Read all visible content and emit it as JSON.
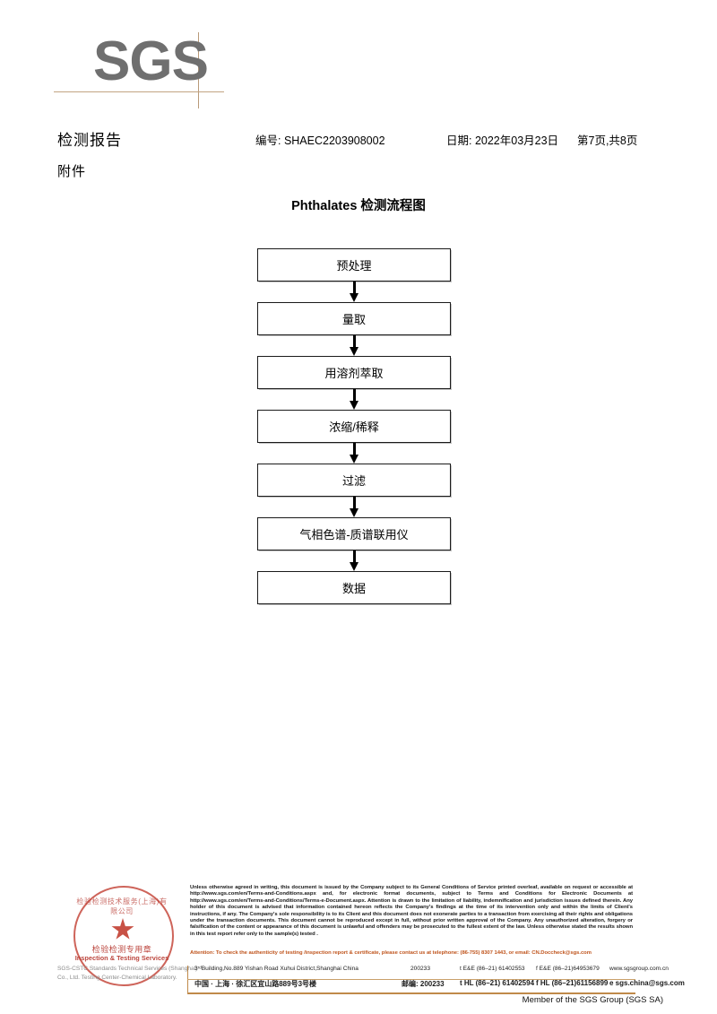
{
  "logo": {
    "text": "SGS"
  },
  "header": {
    "report_title": "检测报告",
    "report_no": "编号: SHAEC2203908002",
    "report_date": "日期: 2022年03月23日",
    "page_info": "第7页,共8页",
    "attachment_label": "附件"
  },
  "flowchart": {
    "title": "Phthalates 检测流程图",
    "steps": [
      {
        "label": "预处理"
      },
      {
        "label": "量取"
      },
      {
        "label": "用溶剂萃取"
      },
      {
        "label": "浓缩/稀释"
      },
      {
        "label": "过滤"
      },
      {
        "label": "气相色谱-质谱联用仪"
      },
      {
        "label": "数据"
      }
    ]
  },
  "stamp": {
    "arc_text": "检验检测技术服务(上海)有限公司",
    "cn_text": "检验检测专用章",
    "en_text": "Inspection & Testing Services",
    "sub_text": "SGS-CSTC Standards Technical Services (Shanghai) Co., Ltd. Testing Center-Chemical Laboratory."
  },
  "footer": {
    "legal_paragraphs": [
      "Unless otherwise agreed in writing, this document is issued by the Company subject to its General Conditions of Service printed overleaf, available on request or accessible at http://www.sgs.com/en/Terms-and-Conditions.aspx and, for electronic format documents, subject to Terms and Conditions for Electronic Documents at http://www.sgs.com/en/Terms-and-Conditions/Terms-e-Document.aspx. Attention is drawn to the limitation of liability, indemnification and jurisdiction issues defined therein. Any holder of this document is advised that information contained hereon reflects the Company's findings at the time of its intervention only and within the limits of Client's instructions, if any. The Company's sole responsibility is to its Client and this document does not exonerate parties to a transaction from exercising all their rights and obligations under the transaction documents. This document cannot be reproduced except in full, without prior written approval of the Company. Any unauthorized alteration, forgery or falsification of the content or appearance of this document is unlawful and offenders may be prosecuted to the fullest extent of the law. Unless otherwise stated the results shown in this test report refer only to the sample(s) tested ."
    ],
    "attention_text": "Attention: To check the authenticity of testing /inspection report & certificate, please contact us at telephone: (86-755) 8307 1443, or email: CN.Doccheck@sgs.com",
    "address_en": "3ʳᵈBuilding,No.889 Yishan Road Xuhui District,Shanghai China",
    "zip_en": "200233",
    "tel_en": "t E&E (86–21) 61402553",
    "fax_en": "f E&E (86–21)64953679",
    "web_en": "www.sgsgroup.com.cn",
    "address_cn": "中国 · 上海 · 徐汇区宜山路889号3号楼",
    "zip_cn": "邮编: 200233",
    "tel_cn": "t HL (86–21) 61402594",
    "fax_cn": "f HL (86–21)61156899",
    "web_cn": "e  sgs.china@sgs.com",
    "member_line": "Member of the SGS Group (SGS SA)"
  },
  "colors": {
    "logo_gray": "#6f6f6f",
    "accent_bronze": "#c08a4a",
    "attention_orange": "#c0561f",
    "stamp_red": "#b5332a"
  }
}
